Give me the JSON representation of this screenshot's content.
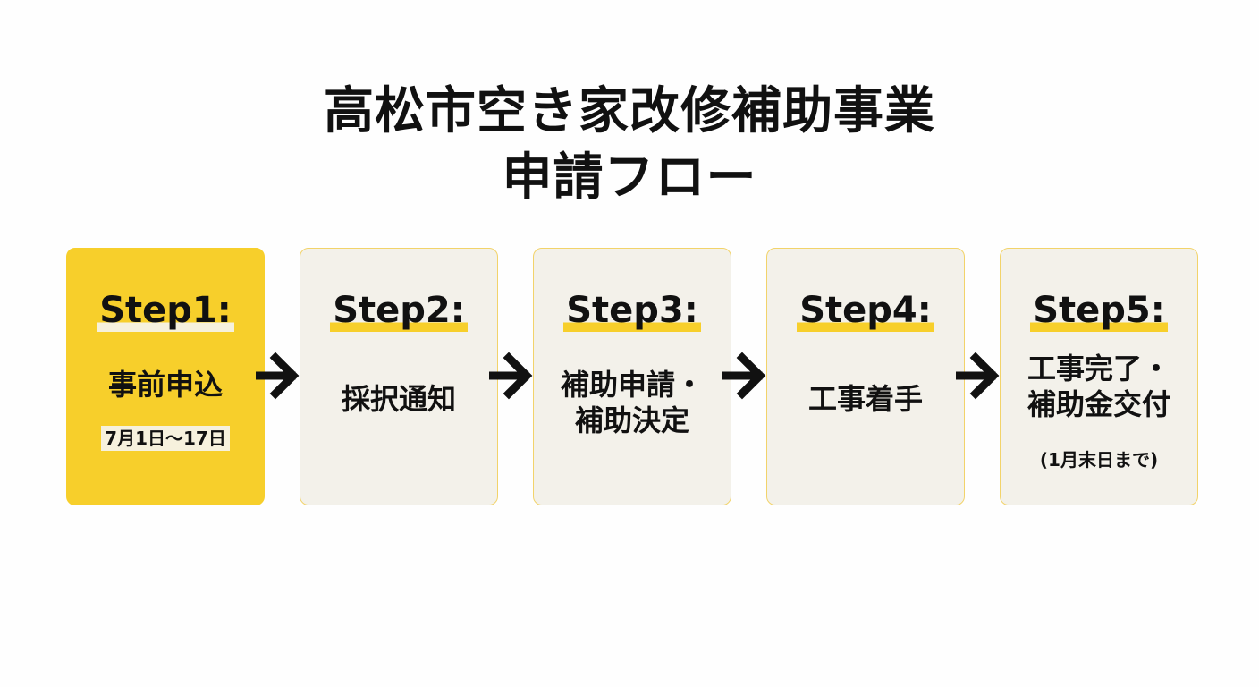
{
  "title": {
    "line1": "高松市空き家改修補助事業",
    "line2": "申請フロー"
  },
  "steps": [
    {
      "label": "Step1:",
      "lines": [
        "事前申込"
      ],
      "note": "7月1日〜17日",
      "active": true
    },
    {
      "label": "Step2:",
      "lines": [
        "採択通知"
      ],
      "note": "",
      "active": false
    },
    {
      "label": "Step3:",
      "lines": [
        "補助申請・",
        "補助決定"
      ],
      "note": "",
      "active": false
    },
    {
      "label": "Step4:",
      "lines": [
        "工事着手"
      ],
      "note": "",
      "active": false
    },
    {
      "label": "Step5:",
      "lines": [
        "工事完了・",
        "補助金交付"
      ],
      "note": "(1月末日まで)",
      "active": false
    }
  ],
  "colors": {
    "accent": "#f7cf2b",
    "box_background": "#f3f1ea",
    "box_border": "#f2d36a",
    "text": "#111111"
  },
  "icons": [
    "arrow-right-icon"
  ]
}
